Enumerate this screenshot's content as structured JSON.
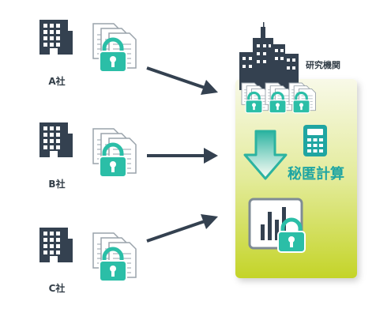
{
  "companies": [
    {
      "label": "A社"
    },
    {
      "label": "B社"
    },
    {
      "label": "C社"
    }
  ],
  "institution": {
    "label": "研究機関",
    "computation_label": "秘匿計算"
  },
  "icons": {
    "company": "office-building-icon",
    "documents": "locked-documents-icon",
    "institution": "city-buildings-icon",
    "calculator": "calculator-icon",
    "process": "down-arrow-icon",
    "result": "locked-bar-chart-icon"
  },
  "colors": {
    "building": "#344150",
    "lock": "#2bbea7",
    "arrow": "#344150",
    "panel_top": "#f8f9e4",
    "panel_bottom": "#c6d62b",
    "accent_text": "#1fa5a2",
    "arrow_green": "#2fb37f"
  }
}
